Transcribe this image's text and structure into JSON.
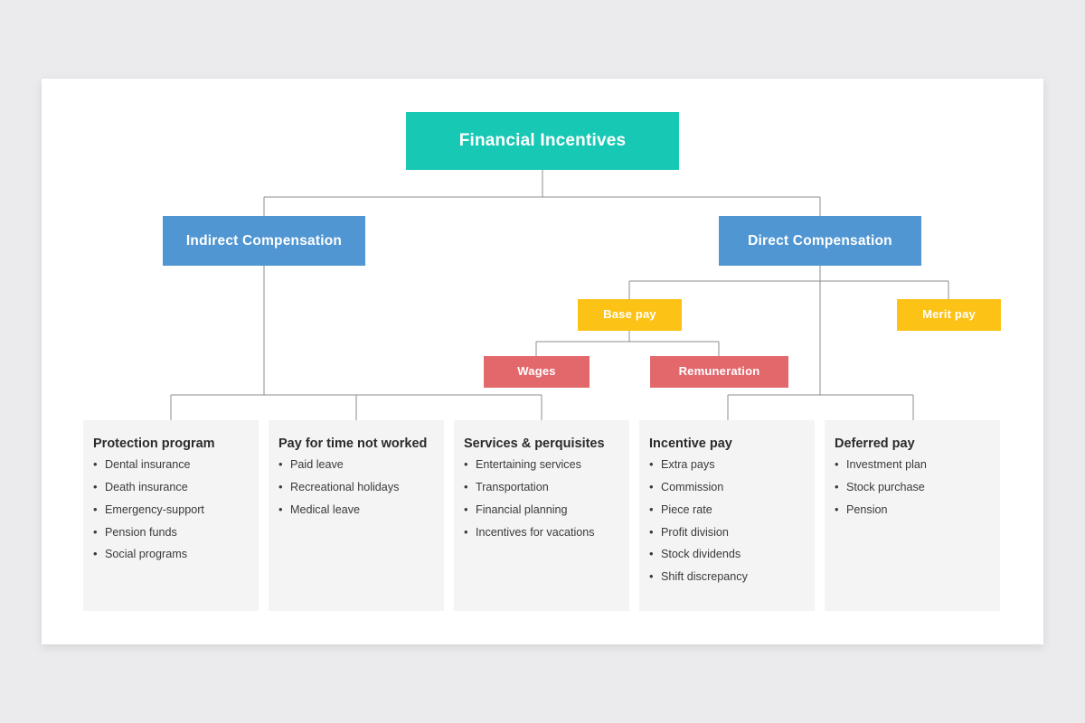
{
  "slide": {
    "background_color": "#ffffff",
    "canvas_color": "#ebebed"
  },
  "chart_data": {
    "type": "diagram",
    "diagram_type": "hierarchy-tree",
    "title": "Financial Incentives",
    "palette": {
      "root": "#17c8b4",
      "level2": "#5096d2",
      "level3": "#fcc215",
      "level4": "#e2686c",
      "card": "#f4f4f4",
      "connector": "#8c8c8c"
    },
    "nodes": [
      {
        "id": "root",
        "label": "Financial Incentives",
        "level": 1,
        "color": "#17c8b4",
        "parent": null
      },
      {
        "id": "indirect",
        "label": "Indirect Compensation",
        "level": 2,
        "color": "#5096d2",
        "parent": "root"
      },
      {
        "id": "direct",
        "label": "Direct Compensation",
        "level": 2,
        "color": "#5096d2",
        "parent": "root"
      },
      {
        "id": "base",
        "label": "Base pay",
        "level": 3,
        "color": "#fcc215",
        "parent": "direct"
      },
      {
        "id": "merit",
        "label": "Merit pay",
        "level": 3,
        "color": "#fcc215",
        "parent": "direct"
      },
      {
        "id": "wages",
        "label": "Wages",
        "level": 4,
        "color": "#e2686c",
        "parent": "base"
      },
      {
        "id": "remuneration",
        "label": "Remuneration",
        "level": 4,
        "color": "#e2686c",
        "parent": "base"
      }
    ]
  },
  "nodes": {
    "root": {
      "label": "Financial Incentives"
    },
    "indirect": {
      "label": "Indirect Compensation"
    },
    "direct": {
      "label": "Direct Compensation"
    },
    "base_pay": {
      "label": "Base pay"
    },
    "merit_pay": {
      "label": "Merit pay"
    },
    "wages": {
      "label": "Wages"
    },
    "remuneration": {
      "label": "Remuneration"
    }
  },
  "cards": [
    {
      "title": "Protection program",
      "parent": "indirect",
      "items": [
        "Dental insurance",
        "Death insurance",
        "Emergency-support",
        "Pension funds",
        "Social programs"
      ]
    },
    {
      "title": "Pay for time not worked",
      "parent": "indirect",
      "items": [
        "Paid leave",
        "Recreational holidays",
        "Medical leave"
      ]
    },
    {
      "title": "Services & perquisites",
      "parent": "indirect",
      "items": [
        "Entertaining services",
        "Transportation",
        "Financial planning",
        "Incentives for vacations"
      ]
    },
    {
      "title": "Incentive pay",
      "parent": "direct",
      "items": [
        "Extra pays",
        "Commission",
        "Piece rate",
        "Profit division",
        "Stock dividends",
        "Shift discrepancy"
      ]
    },
    {
      "title": "Deferred pay",
      "parent": "direct",
      "items": [
        "Investment plan",
        "Stock purchase",
        "Pension"
      ]
    }
  ]
}
